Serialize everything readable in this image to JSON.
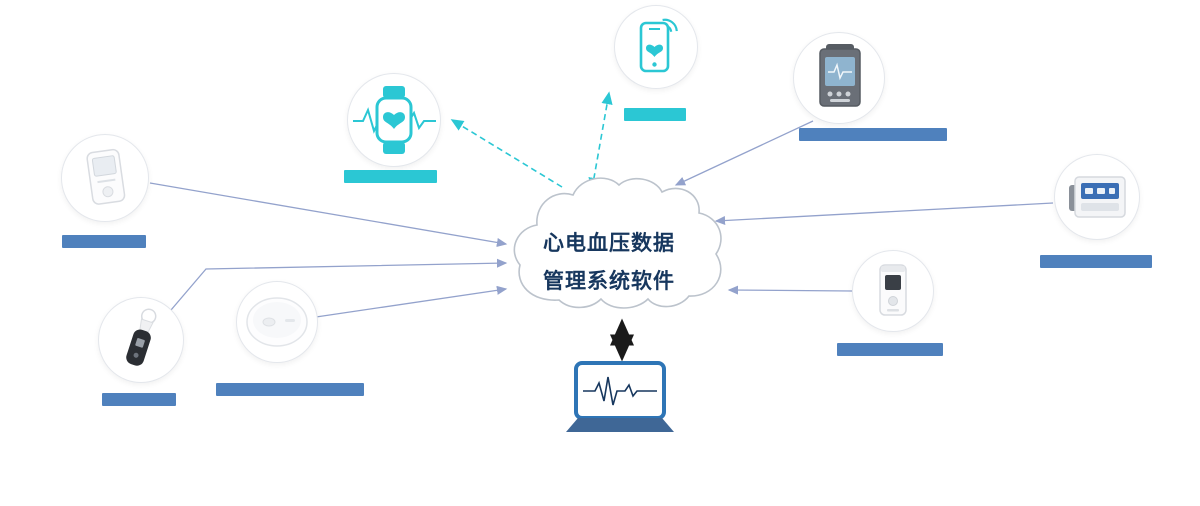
{
  "diagram": {
    "cloud": {
      "line1": "心电血压数据",
      "line2": "管理系统软件"
    },
    "nodes": [
      {
        "id": "handheld-ecg-device",
        "icon": "handheld-ecg-device-icon",
        "label_bar": "blue"
      },
      {
        "id": "smartwatch",
        "icon": "smartwatch-ecg-icon",
        "label_bar": "teal"
      },
      {
        "id": "smartphone",
        "icon": "smartphone-health-app-icon",
        "label_bar": "teal"
      },
      {
        "id": "patient-monitor",
        "icon": "patient-monitor-icon",
        "label_bar": "blue"
      },
      {
        "id": "blood-pressure-monitor",
        "icon": "blood-pressure-monitor-icon",
        "label_bar": "blue"
      },
      {
        "id": "holter-recorder",
        "icon": "holter-recorder-icon",
        "label_bar": "blue"
      },
      {
        "id": "ear-thermometer",
        "icon": "ear-thermometer-icon",
        "label_bar": "blue"
      },
      {
        "id": "wearable-patch",
        "icon": "wearable-patch-icon",
        "label_bar": "blue"
      },
      {
        "id": "laptop-ecg",
        "icon": "laptop-ecg-icon",
        "label_bar": "none"
      }
    ],
    "connectors": {
      "solid_arrows_into_cloud": 6,
      "dashed_teal_arrows": 2,
      "double_headed_arrow_to_laptop": 1
    }
  },
  "colors": {
    "label_blue": "#4f81bd",
    "teal": "#2bc7d4",
    "connector": "#93a2cc",
    "cloud_text": "#17375e",
    "cloud_stroke": "#bcc3cc",
    "arrow_black": "#1a1a1a",
    "laptop_blue": "#2e75b6",
    "laptop_base": "#3f6796",
    "bg": "#ffffff"
  }
}
